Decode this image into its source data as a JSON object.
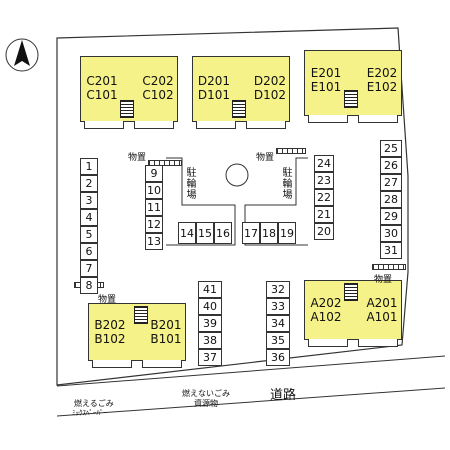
{
  "compass": {
    "label": "N"
  },
  "buildings": [
    {
      "id": "C",
      "units": [
        "C201",
        "C202",
        "C101",
        "C102"
      ]
    },
    {
      "id": "D",
      "units": [
        "D201",
        "D202",
        "D101",
        "D102"
      ]
    },
    {
      "id": "E",
      "units": [
        "E201",
        "E202",
        "E101",
        "E102"
      ]
    },
    {
      "id": "A",
      "units": [
        "A202",
        "A201",
        "A102",
        "A101"
      ]
    },
    {
      "id": "B",
      "units": [
        "B202",
        "B201",
        "B102",
        "B101"
      ]
    }
  ],
  "parking": {
    "left_column": [
      "1",
      "2",
      "3",
      "4",
      "5",
      "6",
      "7",
      "8"
    ],
    "center_left": [
      "9",
      "10",
      "11",
      "12",
      "13"
    ],
    "center_bottom": [
      "14",
      "15",
      "16",
      "17",
      "18",
      "19"
    ],
    "center_right": [
      "24",
      "23",
      "22",
      "21",
      "20"
    ],
    "right_column": [
      "25",
      "26",
      "27",
      "28",
      "29",
      "30",
      "31"
    ],
    "south_left": [
      "41",
      "40",
      "39",
      "38",
      "37"
    ],
    "south_right": [
      "32",
      "33",
      "34",
      "35",
      "36"
    ]
  },
  "labels": {
    "bike_storage": "物置",
    "bicycle_parking": "駐輪場",
    "road": "道路",
    "burnable_garbage": "燃えるごみ",
    "mix_paper": "ﾐｯｸｽﾍﾟｰﾊﾟｰ",
    "nonburnable_garbage": "燃えないごみ",
    "recyclables": "資源物"
  }
}
